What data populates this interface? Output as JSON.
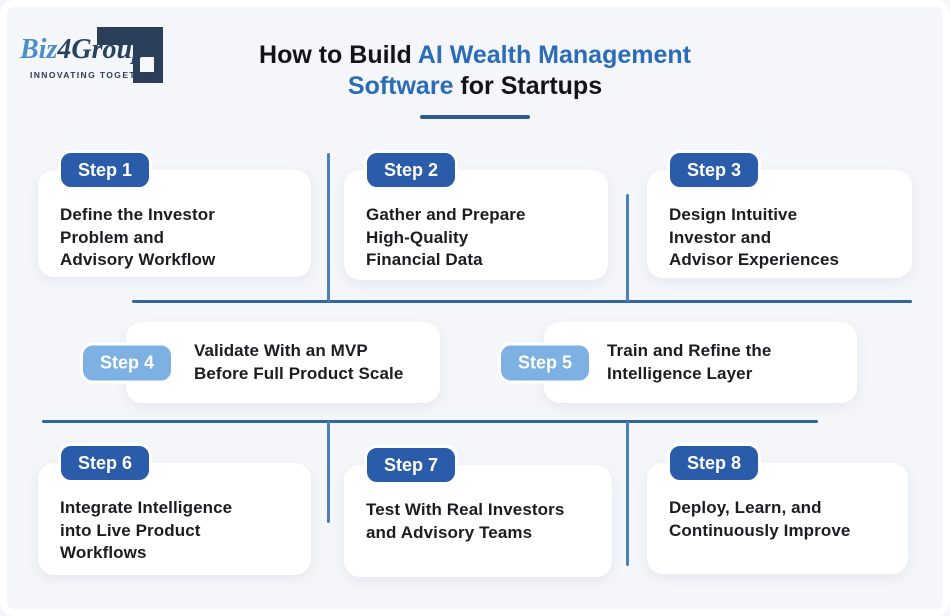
{
  "logo": {
    "brand_prefix": "Biz",
    "brand_infix": "4",
    "brand_suffix": "Group",
    "tagline": "INNOVATING TOGETHER"
  },
  "title": {
    "line1_black": "How to Build ",
    "line1_blue": "AI Wealth Management",
    "line2_blue": "Software",
    "line2_black": " for Startups"
  },
  "steps": [
    {
      "badge": "Step 1",
      "text": "Define the Investor\nProblem and\nAdvisory Workflow",
      "variant": "dark"
    },
    {
      "badge": "Step 2",
      "text": "Gather and Prepare\nHigh-Quality\nFinancial Data",
      "variant": "dark"
    },
    {
      "badge": "Step 3",
      "text": "Design Intuitive\nInvestor and\nAdvisor Experiences",
      "variant": "dark"
    },
    {
      "badge": "Step 4",
      "text": "Validate With an MVP\nBefore Full Product Scale",
      "variant": "light"
    },
    {
      "badge": "Step 5",
      "text": "Train and Refine the\nIntelligence Layer",
      "variant": "light"
    },
    {
      "badge": "Step 6",
      "text": "Integrate Intelligence\ninto Live Product\nWorkflows",
      "variant": "dark"
    },
    {
      "badge": "Step 7",
      "text": "Test With Real Investors\nand Advisory Teams",
      "variant": "dark"
    },
    {
      "badge": "Step 8",
      "text": "Deploy, Learn, and\nContinuously Improve",
      "variant": "dark"
    }
  ],
  "colors": {
    "accent_dark_badge": "#2a5caa",
    "accent_light_badge": "#7db1e3",
    "title_highlight": "#2a6cb8",
    "divider": "#33669c",
    "connector": "#4c80b8",
    "background": "#f4f6f9",
    "card": "#ffffff",
    "logo_light_blue": "#4a8fc9",
    "logo_navy": "#27415f"
  }
}
